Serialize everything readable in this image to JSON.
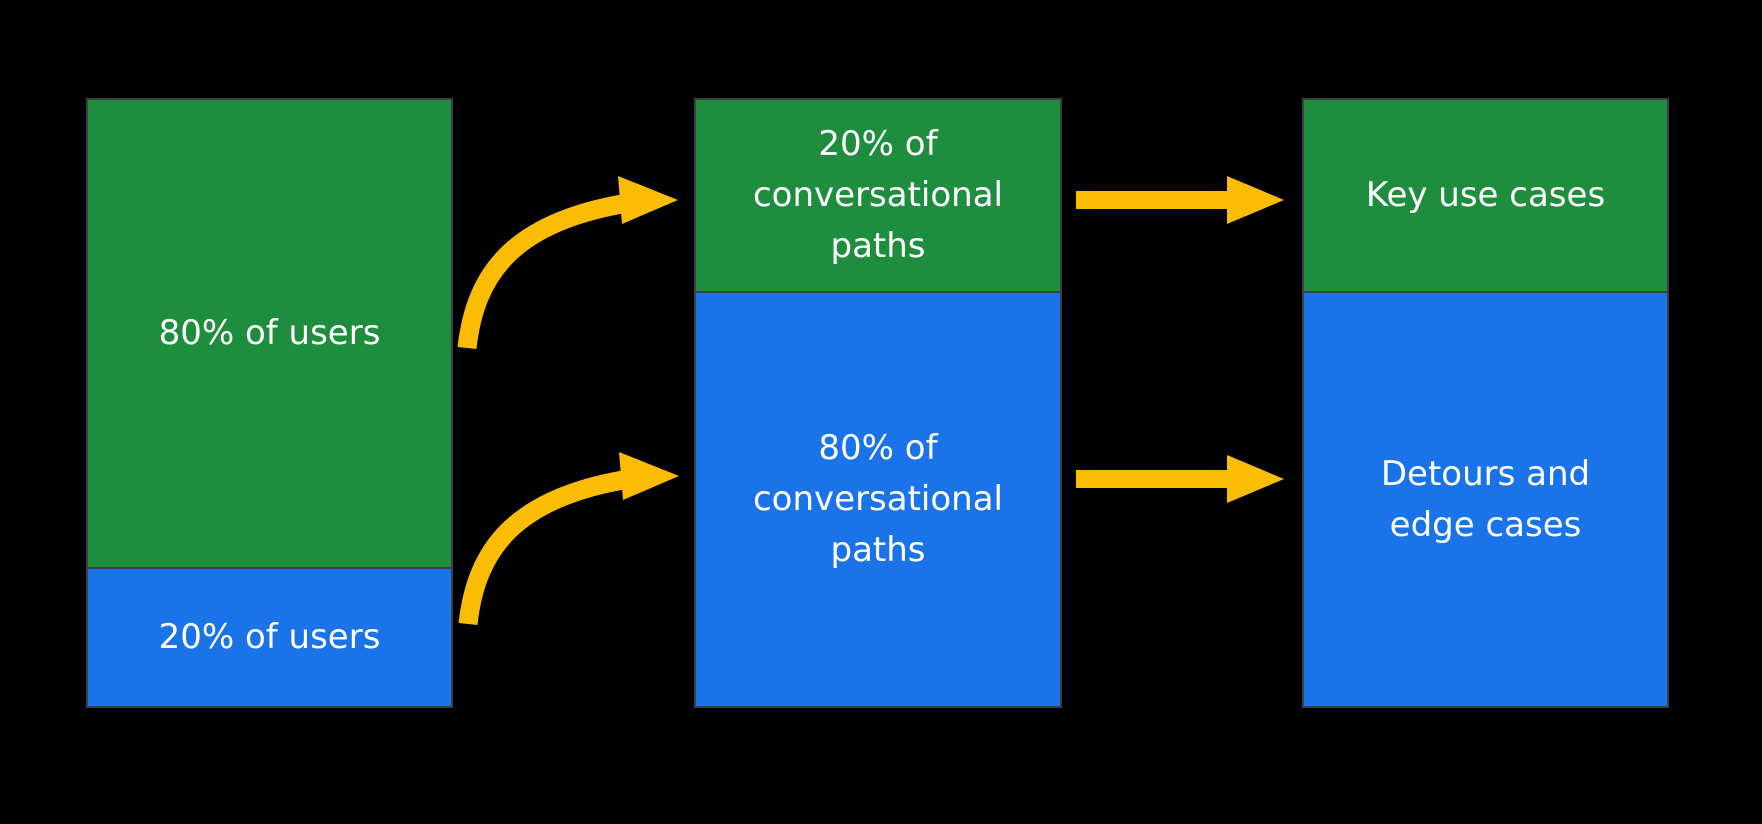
{
  "diagram": {
    "background_color": "#000000",
    "palette": {
      "segment_green": "#1E8E3E",
      "segment_blue": "#1A73E8",
      "arrow_yellow": "#FBBC04",
      "border_gray": "#3C4043",
      "label_text": "#FFFFFF"
    },
    "columns": [
      {
        "id": "users",
        "segments": [
          {
            "label": "80% of users",
            "color": "#1E8E3E"
          },
          {
            "label": "20% of users",
            "color": "#1A73E8"
          }
        ]
      },
      {
        "id": "conversational-paths",
        "segments": [
          {
            "label": "20% of conversational paths",
            "color": "#1E8E3E"
          },
          {
            "label": "80% of conversational paths",
            "color": "#1A73E8"
          }
        ]
      },
      {
        "id": "outcomes",
        "segments": [
          {
            "label": "Key use cases",
            "color": "#1E8E3E"
          },
          {
            "label": "Detours and edge cases",
            "color": "#1A73E8"
          }
        ]
      }
    ],
    "arrows": [
      {
        "id": "users-80-to-paths-20",
        "shape": "curved",
        "from": "80% of users",
        "to": "20% of conversational paths",
        "color": "#FBBC04"
      },
      {
        "id": "users-20-to-paths-80",
        "shape": "curved",
        "from": "20% of users",
        "to": "80% of conversational paths",
        "color": "#FBBC04"
      },
      {
        "id": "paths-20-to-key-use-cases",
        "shape": "straight",
        "from": "20% of conversational paths",
        "to": "Key use cases",
        "color": "#FBBC04"
      },
      {
        "id": "paths-80-to-detours",
        "shape": "straight",
        "from": "80% of conversational paths",
        "to": "Detours and edge cases",
        "color": "#FBBC04"
      }
    ]
  }
}
